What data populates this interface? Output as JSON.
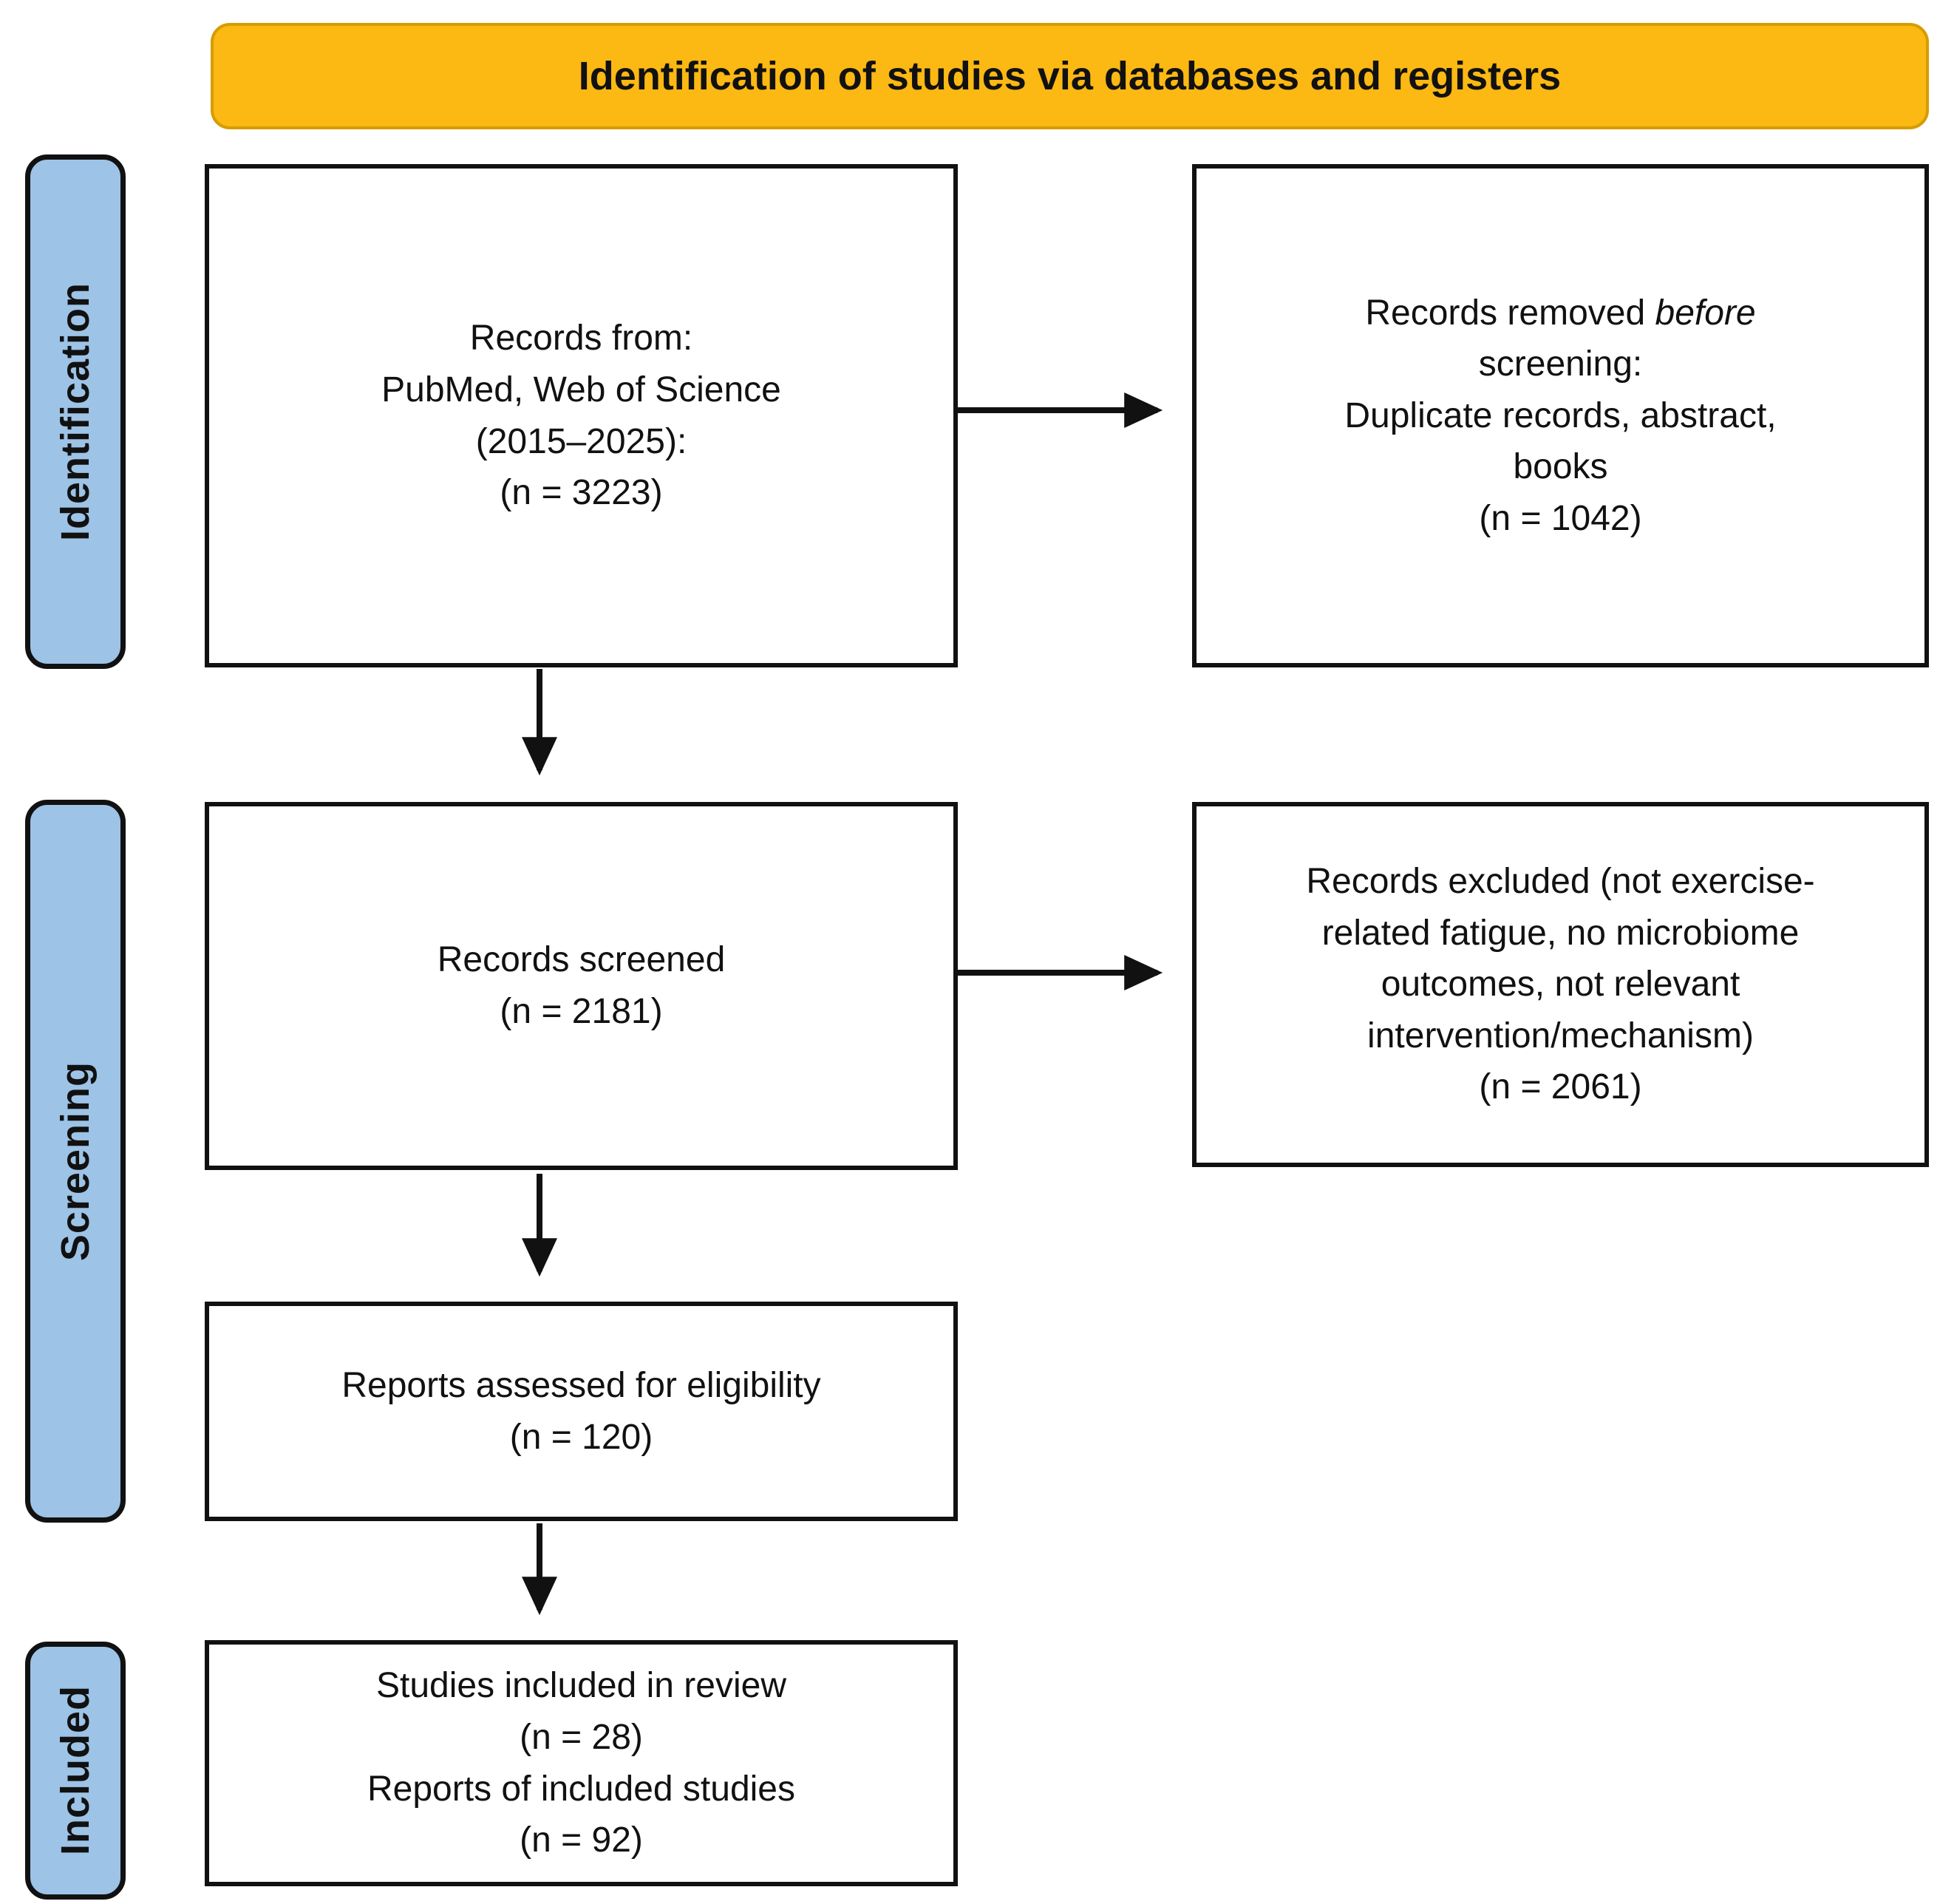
{
  "banner": {
    "title": "Identification of studies via databases and registers"
  },
  "stages": [
    {
      "id": "identification",
      "label": "Identification"
    },
    {
      "id": "screening",
      "label": "Screening"
    },
    {
      "id": "included",
      "label": "Included"
    }
  ],
  "boxes": {
    "records_from": {
      "lines": [
        "Records from:",
        "PubMed, Web of Science",
        "(2015–2025):",
        "(n = 3223)"
      ]
    },
    "records_removed": {
      "line1_normal": "Records removed ",
      "line1_italic": "before",
      "lines": [
        "screening:",
        "Duplicate records, abstract,",
        "books",
        "(n = 1042)"
      ]
    },
    "records_screened": {
      "lines": [
        "Records screened",
        "(n = 2181)"
      ]
    },
    "records_excluded": {
      "lines": [
        "Records excluded (not exercise-",
        "related fatigue, no microbiome",
        "outcomes, not relevant",
        "intervention/mechanism)",
        "(n = 2061)"
      ]
    },
    "reports_assessed": {
      "lines": [
        "Reports assessed for eligibility",
        "(n = 120)"
      ]
    },
    "studies_included": {
      "lines": [
        "Studies included in review",
        "(n = 28)",
        "Reports of included studies",
        "(n = 92)"
      ]
    }
  },
  "colors": {
    "background": "#FFFFFF",
    "text": "#111111",
    "banner_fill": "#FCB813",
    "banner_border": "#D79C00",
    "stage_fill": "#9DC3E6",
    "stage_border": "#111111",
    "box_border": "#111111",
    "arrow": "#111111"
  }
}
